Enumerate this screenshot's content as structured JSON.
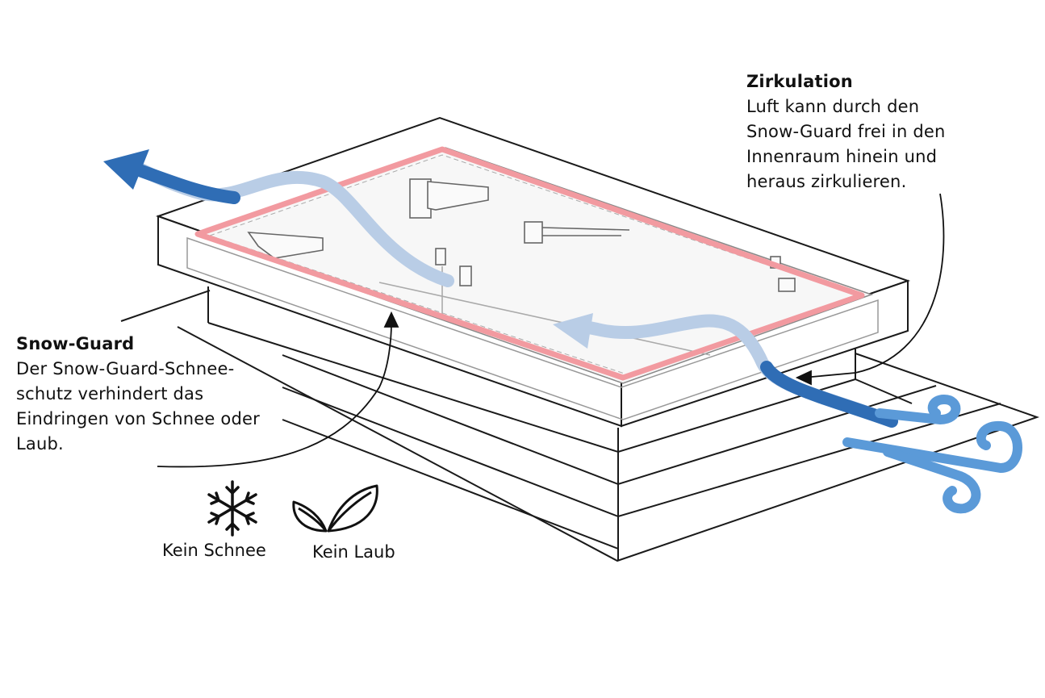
{
  "zirkulation": {
    "title": "Zirkulation",
    "lines": [
      "Luft kann durch den",
      "Snow-Guard frei in den",
      "Innenraum hinein und",
      "heraus zirkulieren."
    ]
  },
  "snow_guard": {
    "title": "Snow-Guard",
    "lines": [
      "Der Snow-Guard-Schnee-",
      "schutz verhindert das",
      "Eindringen von Schnee oder",
      "Laub."
    ]
  },
  "icons": {
    "snow": {
      "icon": "snowflake-icon",
      "caption": "Kein Schnee"
    },
    "leaf": {
      "icon": "leaf-icon",
      "caption": "Kein Laub"
    }
  },
  "colors": {
    "airflow_dark": "#2f6db5",
    "airflow_light": "#b9cde6",
    "wind": "#5b9ad8",
    "seal": "#f29aa0",
    "outline": "#1a1a1a"
  }
}
